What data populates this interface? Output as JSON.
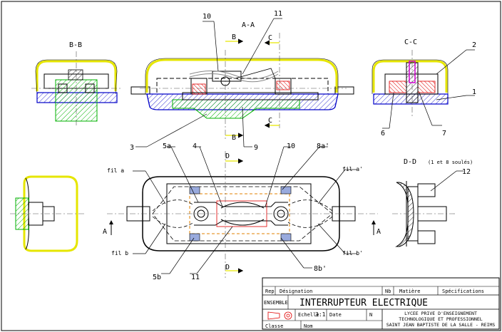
{
  "drawing": {
    "colors": {
      "outline": "#000000",
      "cover": "#e6e600",
      "hatch": "#00b000",
      "blue": "#0000c8",
      "red": "#e00000",
      "magenta": "#d000d0",
      "label": "#000000",
      "center": "#555555"
    },
    "sections": {
      "bb": "B-B",
      "aa": "A-A",
      "cc": "C-C",
      "dd": "D-D",
      "dd_note": "(1 et 8 soulés)"
    },
    "markers": {
      "b": "B",
      "c": "C",
      "d": "D",
      "a": "A"
    },
    "callouts": {
      "n10": "10",
      "n11": "11",
      "n2": "2",
      "n1": "1",
      "n6": "6",
      "n7": "7",
      "n3": "3",
      "n9": "9",
      "n5a": "5a",
      "n4": "4",
      "n10b": "10",
      "n8a": "8a'",
      "n12": "12",
      "n5b": "5b",
      "n11b": "11",
      "n8b": "8b'",
      "fil_a": "fil a",
      "fil_b": "fil b",
      "fil_a2": "fil a'",
      "fil_b2": "fil b'"
    }
  },
  "title_block": {
    "rep": "Rep",
    "designation": "Désignation",
    "nb": "Nb",
    "matiere": "Matière",
    "specifications": "Spécifications",
    "ensemble": "ENSEMBLE",
    "title": "INTERRUPTEUR ELECTRIQUE",
    "echelle_label": "Echelle",
    "echelle_value": "3:1",
    "date_label": "Date",
    "n_label": "N",
    "classe_label": "Classe",
    "nom_label": "Nom",
    "school_line1": "LYCEE PRIVE D'ENSEIGNEMENT",
    "school_line2": "TECHNOLOGIQUE ET PROFESSIONNEL",
    "school_line3": "SAINT JEAN BAPTISTE DE LA SALLE - REIMS"
  }
}
